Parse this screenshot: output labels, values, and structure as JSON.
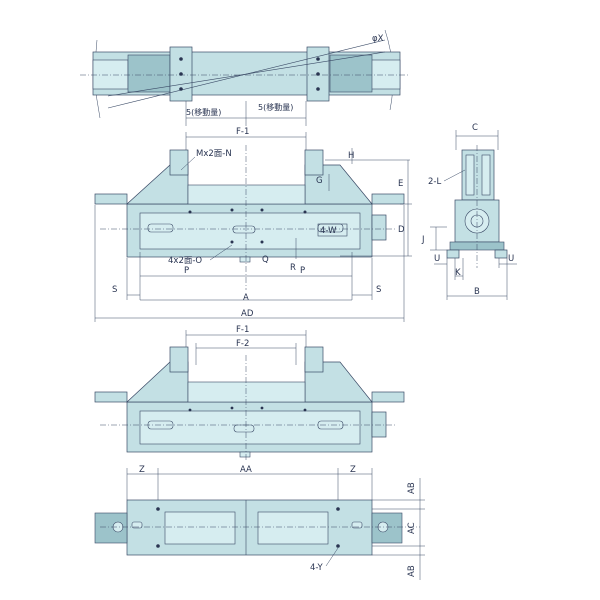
{
  "labels": {
    "phi_x": "φX",
    "stroke_left": "5(移動量)",
    "stroke_right": "5(移動量)",
    "f1_top": "F-1",
    "c": "C",
    "m_tap": "Mx2面-N",
    "two_l": "2-L",
    "e": "E",
    "g": "G",
    "h": "H",
    "d": "D",
    "four_w": "4-W",
    "j": "J",
    "four_x2_o": "4x2面-O",
    "q": "Q",
    "r": "R",
    "p_left": "P",
    "p_right": "P",
    "u_left": "U",
    "u_right": "U",
    "k": "K",
    "b": "B",
    "s_left": "S",
    "s_right": "S",
    "a": "A",
    "ad": "AD",
    "f1_mid": "F-1",
    "f2": "F-2",
    "z_left": "Z",
    "aa": "AA",
    "z_right": "Z",
    "ab_top": "AB",
    "ac": "AC",
    "ab_bottom": "AB",
    "four_y": "4-Y"
  },
  "colors": {
    "body_fill": "#c3e0e4",
    "line": "#3a4a66",
    "text": "#2a3552"
  }
}
